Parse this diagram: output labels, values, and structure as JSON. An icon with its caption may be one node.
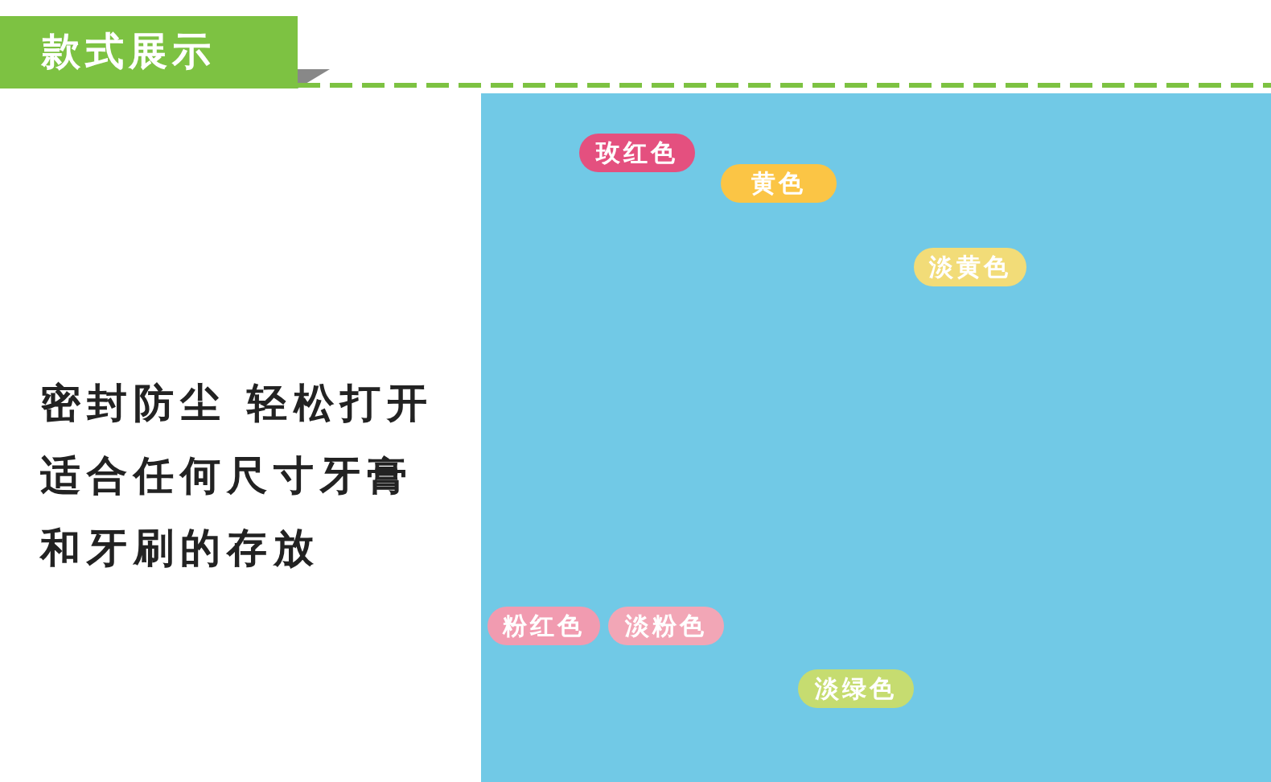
{
  "diagram": {
    "title": "款式展示",
    "nodes": [
      {
        "text": [
          "玫红色"
        ]
      },
      {
        "text": [
          "黄色"
        ]
      },
      {
        "text": [
          "淡黄色"
        ]
      },
      {
        "text": [
          "粉红色"
        ]
      },
      {
        "text": [
          "淡粉色"
        ]
      },
      {
        "text": [
          "淡绿色"
        ]
      }
    ],
    "labels": [
      "密封防尘 轻松打开",
      "适合任何尺寸牙膏",
      "和牙刷的存放"
    ]
  }
}
